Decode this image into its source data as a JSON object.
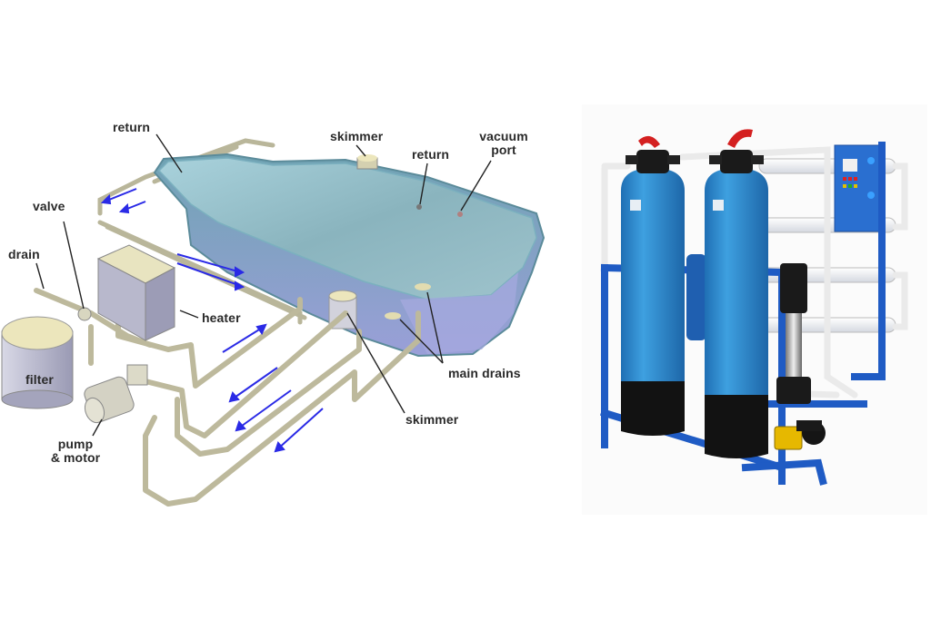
{
  "pool_diagram": {
    "labels": {
      "return_left": "return",
      "skimmer_top": "skimmer",
      "return_right": "return",
      "vacuum_port_line1": "vacuum",
      "vacuum_port_line2": "port",
      "valve": "valve",
      "drain": "drain",
      "heater": "heater",
      "filter": "filter",
      "pump_line1": "pump",
      "pump_line2": "& motor",
      "main_drains": "main drains",
      "skimmer_bottom": "skimmer"
    },
    "colors": {
      "water": "#8fb9c4",
      "pool_shell": "#6fa3b3",
      "pipe": "#c9c6a8",
      "flow_arrow": "#2a2ae6",
      "equipment": "#c8c8d8",
      "equipment_top": "#e8e4c0"
    }
  },
  "ro_photo": {
    "description": "water filtration plant with two blue pressure vessels, vertical multistage pump and membrane housings on blue frame",
    "colors": {
      "vessel": "#2f8fd0",
      "vessel_base": "#111111",
      "valve_handle": "#d42020",
      "frame": "#1f5bc4",
      "pipe": "#eeeeee",
      "pump_motor": "#e6b800",
      "background": "#fbfbfb"
    }
  }
}
